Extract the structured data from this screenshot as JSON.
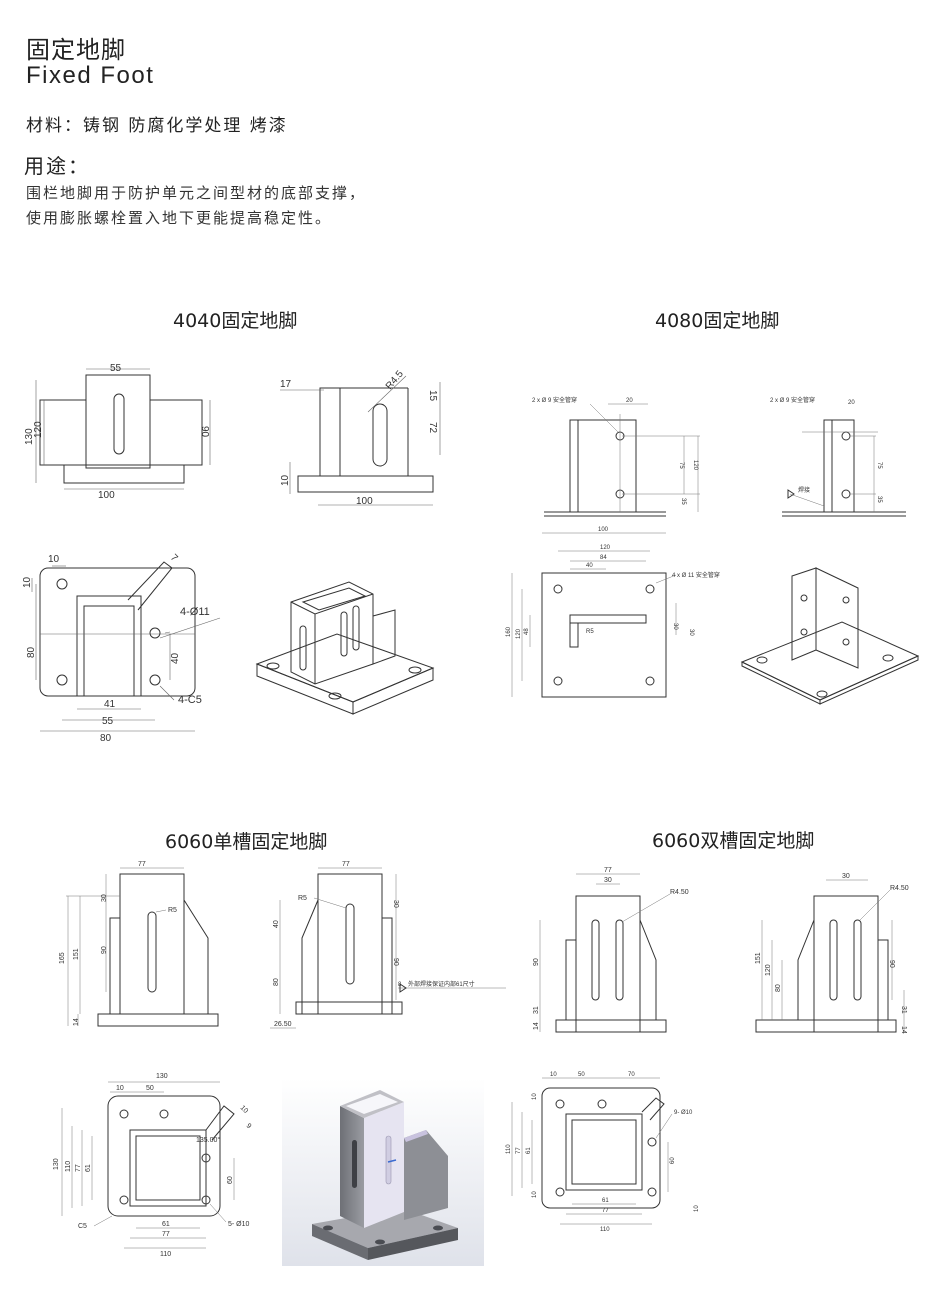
{
  "header": {
    "title_cn": "固定地脚",
    "title_en": "Fixed Foot",
    "material": "材料：铸钢 防腐化学处理 烤漆",
    "usage_heading": "用途：",
    "usage_line1": "围栏地脚用于防护单元之间型材的底部支撑，",
    "usage_line2": "使用膨胀螺栓置入地下更能提高稳定性。"
  },
  "sections": {
    "s4040": "4040固定地脚",
    "s4080": "4080固定地脚",
    "s6060s": "6060单槽固定地脚",
    "s6060d": "6060双槽固定地脚"
  },
  "dims": {
    "a55": "55",
    "a130": "130",
    "a120": "120",
    "a90": "90",
    "a100": "100",
    "b17": "17",
    "bR": "R4.5",
    "b15": "15",
    "b72": "72",
    "b10": "10",
    "b100": "100",
    "c10a": "10",
    "c10b": "10",
    "c7": "7",
    "c411": "4-Ø11",
    "c80": "80",
    "c40": "40",
    "c41": "41",
    "c55": "55",
    "c80b": "80",
    "cC5": "4-C5",
    "d1": "2 x Ø 9 安全管穿",
    "d20": "20",
    "d75": "75",
    "d120": "120",
    "d35": "35",
    "e1": "2 x Ø 9 安全管穿",
    "e20": "20",
    "e75": "75",
    "e35": "35",
    "e_w": "焊接",
    "f100": "100",
    "f120": "120",
    "f84": "84",
    "f40": "40",
    "f_h": "4 x Ø 11 安全管穿",
    "f160": "160",
    "f120v": "120",
    "f48": "48",
    "fR": "R5",
    "f30": "30",
    "f_r": "30",
    "g77": "77",
    "g165": "165",
    "g151": "151",
    "g30": "30",
    "g90": "90",
    "gR5": "R5",
    "g14": "14",
    "h77": "77",
    "hR5": "R5",
    "h30": "30",
    "h40": "40",
    "h90": "90",
    "h80": "80",
    "h_w": "8",
    "h_note": "外部焊接保证内部61尺寸",
    "h2650": "26.50",
    "i77": "77",
    "i30": "30",
    "iR": "R4.50",
    "i90": "90",
    "i31": "31",
    "i14": "14",
    "j30": "30",
    "jR": "R4.50",
    "j151": "151",
    "j120": "120",
    "j80": "80",
    "j90": "90",
    "j31": "31",
    "j14": "14",
    "k130": "130",
    "k10": "10",
    "k50": "50",
    "k10b": "10",
    "k9": "9",
    "k1350": "135.00°",
    "k130v": "130",
    "k110": "110",
    "k77": "77",
    "k61": "61",
    "k60": "60",
    "kC5": "C5",
    "k61b": "61",
    "k77b": "77",
    "k110b": "110",
    "k510": "5- Ø10",
    "l10": "10",
    "l50": "50",
    "l70": "70",
    "l10v": "10",
    "l110": "110",
    "l77": "77",
    "l61": "61",
    "l10v2": "10",
    "l60": "60",
    "l9": "9- Ø10",
    "l10c": "10",
    "l61b": "61",
    "l77b": "77",
    "l110b": "110"
  },
  "colors": {
    "line": "#333333",
    "render_gray": "#8a8c90",
    "render_light": "#e3e3ea",
    "render_accent": "#c7bfe0"
  }
}
